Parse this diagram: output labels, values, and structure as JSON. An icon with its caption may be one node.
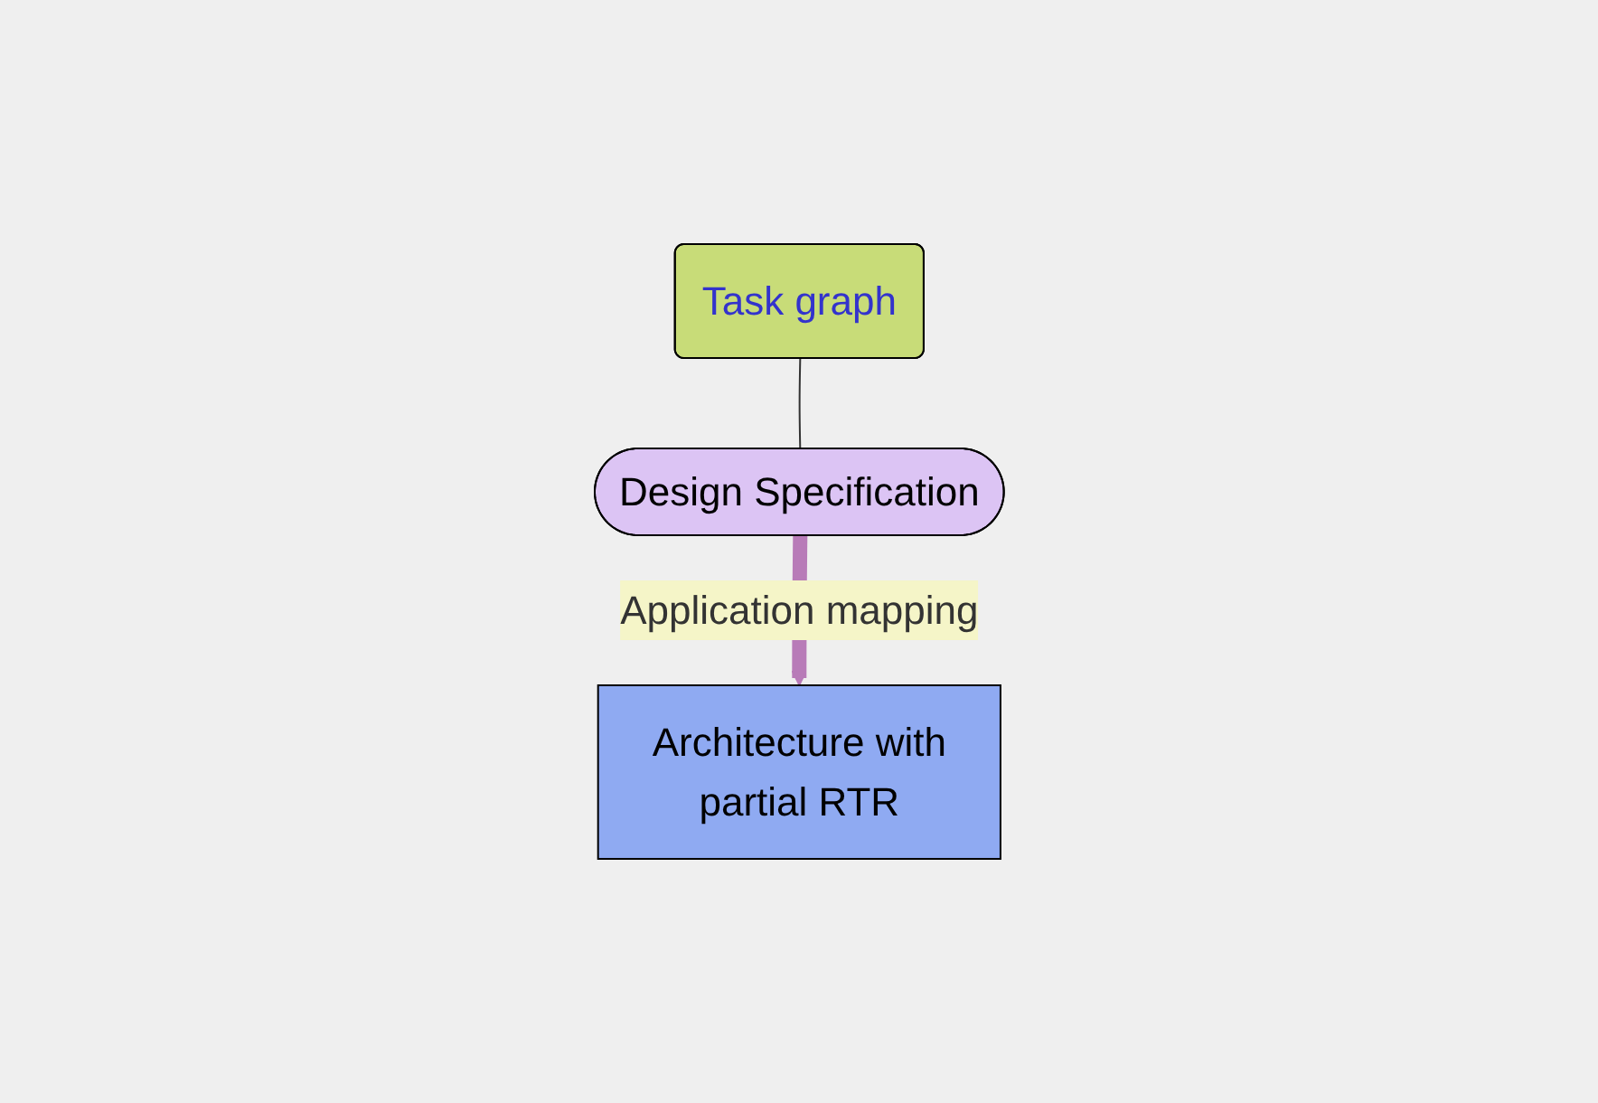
{
  "diagram": {
    "nodes": [
      {
        "text": [
          "Design Specification"
        ]
      },
      {
        "text": [
          "Task graph"
        ]
      },
      {
        "text": [
          "Architecture with",
          "partial RTR"
        ]
      }
    ],
    "edges": [
      {
        "from": 1,
        "to": 0,
        "arrow": "none"
      },
      {
        "from": 0,
        "to": 2,
        "arrow": "to",
        "label": "Application mapping",
        "style": "thick",
        "color": "#b87bb8"
      }
    ]
  }
}
